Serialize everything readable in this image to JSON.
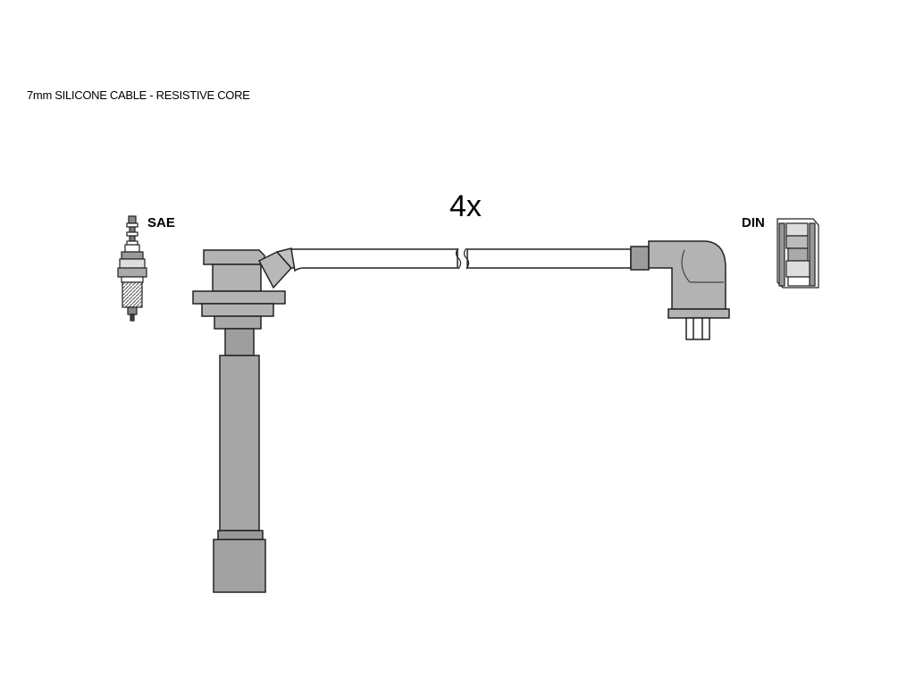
{
  "caption": "7mm SILICONE CABLE - RESISTIVE CORE",
  "quantity": "4x",
  "labels": {
    "sae": "SAE",
    "din": "DIN"
  },
  "colors": {
    "part_fill": "#b0b0b0",
    "part_fill_dark": "#8c8c8c",
    "outline": "#222222",
    "cable_fill": "#ffffff"
  }
}
